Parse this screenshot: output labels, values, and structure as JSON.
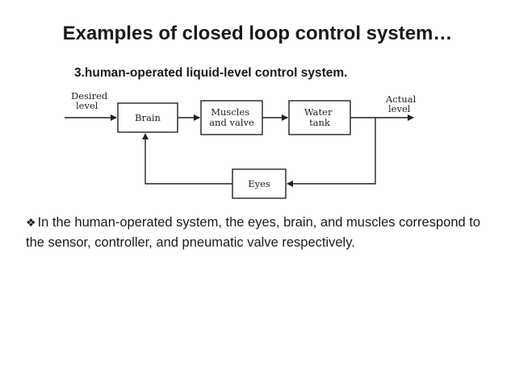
{
  "slide": {
    "title": "Examples of closed loop control system…",
    "subtitle": "3.human-operated  liquid-level control  system.",
    "bullet_marker": "❖",
    "bullet_text": "In the human-operated system, the eyes, brain, and muscles correspond to the sensor, controller, and pneumatic valve respectively."
  },
  "diagram": {
    "input_label": [
      "Desired",
      "level"
    ],
    "output_label": [
      "Actual",
      "level"
    ],
    "blocks": {
      "brain": [
        "Brain"
      ],
      "muscles": [
        "Muscles",
        "and valve"
      ],
      "tank": [
        "Water",
        "tank"
      ],
      "eyes": [
        "Eyes"
      ]
    }
  }
}
